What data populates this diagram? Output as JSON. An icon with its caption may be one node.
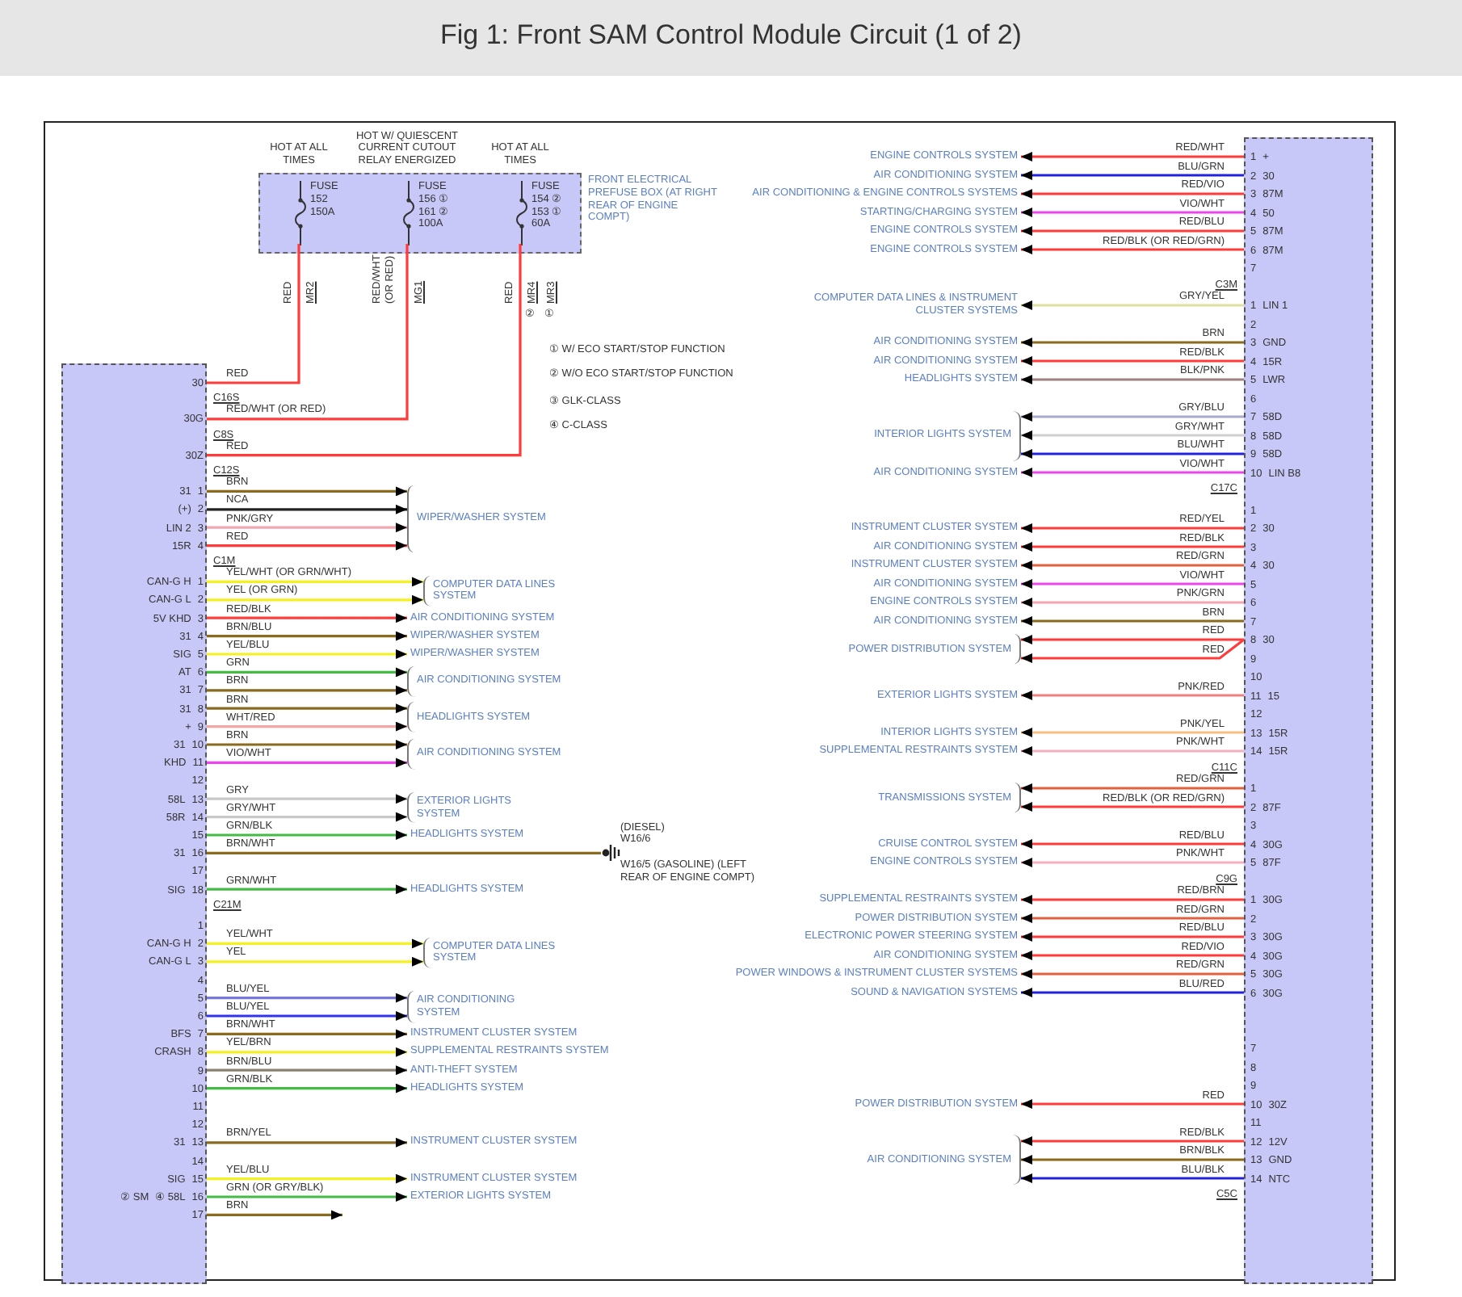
{
  "diagram": {
    "title": "Fig 1: Front SAM Control Module Circuit (1 of 2)",
    "nodes": [
      {
        "text": [
          "FRONT ELECTRICAL PREFUSE BOX (AT RIGHT REAR OF ENGINE COMPT)"
        ]
      },
      {
        "text": [
          "FUSE 152 150A"
        ],
        "in": 0,
        "beside": [
          "HOT AT ALL TIMES"
        ]
      },
      {
        "text": [
          "FUSE 156 ① 161 ② 100A"
        ],
        "in": 0,
        "beside": [
          "HOT W/ QUIESCENT CURRENT CUTOUT RELAY ENERGIZED"
        ]
      },
      {
        "text": [
          "FUSE 154 ② 153 ① 60A"
        ],
        "in": 0,
        "beside": [
          "HOT AT ALL TIMES"
        ]
      },
      {
        "text": [],
        "shape": "box"
      },
      {
        "text": [],
        "shape": "box"
      },
      {
        "text": [],
        "shape": "ground",
        "beside": [
          "(DIESEL) W16/6",
          "W16/5 (GASOLINE) (LEFT REAR OF ENGINE COMPT)"
        ]
      },
      {
        "text": [
          "30"
        ],
        "in": 4
      },
      {
        "text": [
          "30G"
        ],
        "in": 4
      },
      {
        "text": [
          "30Z"
        ],
        "in": 4
      },
      {
        "text": [
          "1"
        ],
        "in": 4,
        "beside": [
          "31"
        ]
      },
      {
        "text": [
          "2"
        ],
        "in": 4,
        "beside": [
          "(+)"
        ]
      },
      {
        "text": [
          "3"
        ],
        "in": 4,
        "beside": [
          "LIN 2"
        ]
      },
      {
        "text": [
          "4"
        ],
        "in": 4,
        "beside": [
          "15R"
        ]
      },
      {
        "text": [
          "1"
        ],
        "in": 4,
        "beside": [
          "CAN-G H"
        ]
      },
      {
        "text": [
          "2"
        ],
        "in": 4,
        "beside": [
          "CAN-G L"
        ]
      },
      {
        "text": [
          "3"
        ],
        "in": 4,
        "beside": [
          "5V KHD"
        ]
      },
      {
        "text": [
          "4"
        ],
        "in": 4,
        "beside": [
          "31"
        ]
      },
      {
        "text": [
          "5"
        ],
        "in": 4,
        "beside": [
          "SIG"
        ]
      },
      {
        "text": [
          "6"
        ],
        "in": 4,
        "beside": [
          "AT"
        ]
      },
      {
        "text": [
          "7"
        ],
        "in": 4,
        "beside": [
          "31"
        ]
      },
      {
        "text": [
          "8"
        ],
        "in": 4,
        "beside": [
          "31"
        ]
      },
      {
        "text": [
          "9"
        ],
        "in": 4,
        "beside": [
          "+"
        ]
      },
      {
        "text": [
          "10"
        ],
        "in": 4,
        "beside": [
          "31"
        ]
      },
      {
        "text": [
          "11"
        ],
        "in": 4,
        "beside": [
          "KHD"
        ]
      },
      {
        "text": [
          "12"
        ],
        "in": 4
      },
      {
        "text": [
          "13"
        ],
        "in": 4,
        "beside": [
          "58L"
        ]
      },
      {
        "text": [
          "14"
        ],
        "in": 4,
        "beside": [
          "58R"
        ]
      },
      {
        "text": [
          "15"
        ],
        "in": 4
      },
      {
        "text": [
          "16"
        ],
        "in": 4,
        "beside": [
          "31"
        ]
      },
      {
        "text": [
          "17"
        ],
        "in": 4
      },
      {
        "text": [
          "18"
        ],
        "in": 4,
        "beside": [
          "SIG"
        ]
      },
      {
        "text": [
          "1"
        ],
        "in": 4
      },
      {
        "text": [
          "2"
        ],
        "in": 4,
        "beside": [
          "CAN-G H"
        ]
      },
      {
        "text": [
          "3"
        ],
        "in": 4,
        "beside": [
          "CAN-G L"
        ]
      },
      {
        "text": [
          "4"
        ],
        "in": 4
      },
      {
        "text": [
          "5"
        ],
        "in": 4
      },
      {
        "text": [
          "6"
        ],
        "in": 4
      },
      {
        "text": [
          "7"
        ],
        "in": 4,
        "beside": [
          "BFS"
        ]
      },
      {
        "text": [
          "8"
        ],
        "in": 4,
        "beside": [
          "CRASH"
        ]
      },
      {
        "text": [
          "9"
        ],
        "in": 4
      },
      {
        "text": [
          "10"
        ],
        "in": 4
      },
      {
        "text": [
          "11"
        ],
        "in": 4
      },
      {
        "text": [
          "12"
        ],
        "in": 4
      },
      {
        "text": [
          "13"
        ],
        "in": 4,
        "beside": [
          "31"
        ]
      },
      {
        "text": [
          "14"
        ],
        "in": 4
      },
      {
        "text": [
          "15"
        ],
        "in": 4,
        "beside": [
          "SIG"
        ]
      },
      {
        "text": [
          "16"
        ],
        "in": 4,
        "beside": [
          "② SM",
          "④ 58L"
        ]
      },
      {
        "text": [
          "17"
        ],
        "in": 4
      },
      {
        "text": [
          "1"
        ],
        "in": 5,
        "beside": [
          "+"
        ]
      },
      {
        "text": [
          "2"
        ],
        "in": 5,
        "beside": [
          "30"
        ]
      },
      {
        "text": [
          "3"
        ],
        "in": 5,
        "beside": [
          "87M"
        ]
      },
      {
        "text": [
          "4"
        ],
        "in": 5,
        "beside": [
          "50"
        ]
      },
      {
        "text": [
          "5"
        ],
        "in": 5,
        "beside": [
          "87M"
        ]
      },
      {
        "text": [
          "6"
        ],
        "in": 5,
        "beside": [
          "87M"
        ]
      },
      {
        "text": [
          "7"
        ],
        "in": 5
      },
      {
        "text": [
          "1"
        ],
        "in": 5,
        "beside": [
          "LIN 1"
        ]
      },
      {
        "text": [
          "2"
        ],
        "in": 5
      },
      {
        "text": [
          "3"
        ],
        "in": 5,
        "beside": [
          "GND"
        ]
      },
      {
        "text": [
          "4"
        ],
        "in": 5,
        "beside": [
          "15R"
        ]
      },
      {
        "text": [
          "5"
        ],
        "in": 5,
        "beside": [
          "LWR"
        ]
      },
      {
        "text": [
          "6"
        ],
        "in": 5
      },
      {
        "text": [
          "7"
        ],
        "in": 5,
        "beside": [
          "58D"
        ]
      },
      {
        "text": [
          "8"
        ],
        "in": 5,
        "beside": [
          "58D"
        ]
      },
      {
        "text": [
          "9"
        ],
        "in": 5,
        "beside": [
          "58D"
        ]
      },
      {
        "text": [
          "10"
        ],
        "in": 5,
        "beside": [
          "LIN B8"
        ]
      },
      {
        "text": [
          "1"
        ],
        "in": 5
      },
      {
        "text": [
          "2"
        ],
        "in": 5,
        "beside": [
          "30"
        ]
      },
      {
        "text": [
          "3"
        ],
        "in": 5
      },
      {
        "text": [
          "4"
        ],
        "in": 5,
        "beside": [
          "30"
        ]
      },
      {
        "text": [
          "5"
        ],
        "in": 5
      },
      {
        "text": [
          "6"
        ],
        "in": 5
      },
      {
        "text": [
          "7"
        ],
        "in": 5
      },
      {
        "text": [
          "8"
        ],
        "in": 5,
        "beside": [
          "30"
        ]
      },
      {
        "text": [
          "9"
        ],
        "in": 5
      },
      {
        "text": [
          "10"
        ],
        "in": 5
      },
      {
        "text": [
          "11"
        ],
        "in": 5,
        "beside": [
          "15"
        ]
      },
      {
        "text": [
          "12"
        ],
        "in": 5
      },
      {
        "text": [
          "13"
        ],
        "in": 5,
        "beside": [
          "15R"
        ]
      },
      {
        "text": [
          "14"
        ],
        "in": 5,
        "beside": [
          "15R"
        ]
      },
      {
        "text": [
          "1"
        ],
        "in": 5
      },
      {
        "text": [
          "2"
        ],
        "in": 5,
        "beside": [
          "87F"
        ]
      },
      {
        "text": [
          "3"
        ],
        "in": 5
      },
      {
        "text": [
          "4"
        ],
        "in": 5,
        "beside": [
          "30G"
        ]
      },
      {
        "text": [
          "5"
        ],
        "in": 5,
        "beside": [
          "87F"
        ]
      },
      {
        "text": [
          "1"
        ],
        "in": 5,
        "beside": [
          "30G"
        ]
      },
      {
        "text": [
          "2"
        ],
        "in": 5
      },
      {
        "text": [
          "3"
        ],
        "in": 5,
        "beside": [
          "30G"
        ]
      },
      {
        "text": [
          "4"
        ],
        "in": 5,
        "beside": [
          "30G"
        ]
      },
      {
        "text": [
          "5"
        ],
        "in": 5,
        "beside": [
          "30G"
        ]
      },
      {
        "text": [
          "6"
        ],
        "in": 5,
        "beside": [
          "30G"
        ]
      },
      {
        "text": [
          "7"
        ],
        "in": 5
      },
      {
        "text": [
          "8"
        ],
        "in": 5
      },
      {
        "text": [
          "9"
        ],
        "in": 5
      },
      {
        "text": [
          "10"
        ],
        "in": 5,
        "beside": [
          "30Z"
        ]
      },
      {
        "text": [
          "11"
        ],
        "in": 5
      },
      {
        "text": [
          "12"
        ],
        "in": 5,
        "beside": [
          "12V"
        ]
      },
      {
        "text": [
          "13"
        ],
        "in": 5,
        "beside": [
          "GND"
        ]
      },
      {
        "text": [
          "14"
        ],
        "in": 5,
        "beside": [
          "NTC"
        ]
      },
      {
        "text": [
          "WIPER/WASHER SYSTEM"
        ]
      },
      {
        "text": [
          "COMPUTER DATA LINES SYSTEM"
        ]
      },
      {
        "text": [
          "AIR CONDITIONING SYSTEM"
        ]
      },
      {
        "text": [
          "WIPER/WASHER SYSTEM"
        ]
      },
      {
        "text": [
          "WIPER/WASHER SYSTEM"
        ]
      },
      {
        "text": [
          "AIR CONDITIONING SYSTEM"
        ]
      },
      {
        "text": [
          "HEADLIGHTS SYSTEM"
        ]
      },
      {
        "text": [
          "AIR CONDITIONING SYSTEM"
        ]
      },
      {
        "text": [
          "EXTERIOR LIGHTS SYSTEM"
        ]
      },
      {
        "text": [
          "HEADLIGHTS SYSTEM"
        ]
      },
      {
        "text": [
          "HEADLIGHTS SYSTEM"
        ]
      },
      {
        "text": [
          "COMPUTER DATA LINES SYSTEM"
        ]
      },
      {
        "text": [
          "AIR CONDITIONING SYSTEM"
        ]
      },
      {
        "text": [
          "INSTRUMENT CLUSTER SYSTEM"
        ]
      },
      {
        "text": [
          "SUPPLEMENTAL RESTRAINTS SYSTEM"
        ]
      },
      {
        "text": [
          "ANTI-THEFT SYSTEM"
        ]
      },
      {
        "text": [
          "HEADLIGHTS SYSTEM"
        ]
      },
      {
        "text": [
          "INSTRUMENT CLUSTER SYSTEM"
        ]
      },
      {
        "text": [
          "INSTRUMENT CLUSTER SYSTEM"
        ]
      },
      {
        "text": [
          "EXTERIOR LIGHTS SYSTEM"
        ]
      },
      {
        "text": [
          "ENGINE CONTROLS SYSTEM"
        ]
      },
      {
        "text": [
          "AIR CONDITIONING SYSTEM"
        ]
      },
      {
        "text": [
          "AIR CONDITIONING & ENGINE CONTROLS SYSTEMS"
        ]
      },
      {
        "text": [
          "STARTING/CHARGING SYSTEM"
        ]
      },
      {
        "text": [
          "ENGINE CONTROLS SYSTEM"
        ]
      },
      {
        "text": [
          "ENGINE CONTROLS SYSTEM"
        ]
      },
      {
        "text": [
          "COMPUTER DATA LINES & INSTRUMENT CLUSTER SYSTEMS"
        ]
      },
      {
        "text": [
          "AIR CONDITIONING SYSTEM"
        ]
      },
      {
        "text": [
          "AIR CONDITIONING SYSTEM"
        ]
      },
      {
        "text": [
          "HEADLIGHTS SYSTEM"
        ]
      },
      {
        "text": [
          "INTERIOR LIGHTS SYSTEM"
        ]
      },
      {
        "text": [
          "AIR CONDITIONING SYSTEM"
        ]
      },
      {
        "text": [
          "INSTRUMENT CLUSTER SYSTEM"
        ]
      },
      {
        "text": [
          "AIR CONDITIONING SYSTEM"
        ]
      },
      {
        "text": [
          "INSTRUMENT CLUSTER SYSTEM"
        ]
      },
      {
        "text": [
          "AIR CONDITIONING SYSTEM"
        ]
      },
      {
        "text": [
          "ENGINE CONTROLS SYSTEM"
        ]
      },
      {
        "text": [
          "AIR CONDITIONING SYSTEM"
        ]
      },
      {
        "text": [
          "POWER DISTRIBUTION SYSTEM"
        ]
      },
      {
        "text": [
          "EXTERIOR LIGHTS SYSTEM"
        ]
      },
      {
        "text": [
          "INTERIOR LIGHTS SYSTEM"
        ]
      },
      {
        "text": [
          "SUPPLEMENTAL RESTRAINTS SYSTEM"
        ]
      },
      {
        "text": [
          "TRANSMISSIONS SYSTEM"
        ]
      },
      {
        "text": [
          "CRUISE CONTROL SYSTEM"
        ]
      },
      {
        "text": [
          "ENGINE CONTROLS SYSTEM"
        ]
      },
      {
        "text": [
          "SUPPLEMENTAL RESTRAINTS SYSTEM"
        ]
      },
      {
        "text": [
          "POWER DISTRIBUTION SYSTEM"
        ]
      },
      {
        "text": [
          "ELECTRONIC POWER STEERING SYSTEM"
        ]
      },
      {
        "text": [
          "AIR CONDITIONING SYSTEM"
        ]
      },
      {
        "text": [
          "POWER WINDOWS & INSTRUMENT CLUSTER SYSTEMS"
        ]
      },
      {
        "text": [
          "SOUND & NAVIGATION SYSTEMS"
        ]
      },
      {
        "text": [
          "POWER DISTRIBUTION SYSTEM"
        ]
      },
      {
        "text": [
          "AIR CONDITIONING SYSTEM"
        ]
      }
    ],
    "edges": [
      {
        "from": 7,
        "to": 1,
        "arrow": "none",
        "label": "RED"
      },
      {
        "from": 8,
        "to": 2,
        "arrow": "none",
        "label": "RED/WHT (OR RED)"
      },
      {
        "from": 9,
        "to": 3,
        "arrow": "none",
        "label": "RED"
      },
      {
        "from": 10,
        "to": 99,
        "arrow": "to",
        "label": "BRN",
        "color": "#8a6a1e"
      },
      {
        "from": 11,
        "to": 99,
        "arrow": "to",
        "label": "NCA",
        "color": "#222222"
      },
      {
        "from": 12,
        "to": 99,
        "arrow": "to",
        "label": "PNK/GRY",
        "color": "#f4a6b0"
      },
      {
        "from": 13,
        "to": 99,
        "arrow": "to",
        "label": "RED"
      },
      {
        "from": 14,
        "to": 100,
        "arrow": "to",
        "label": "YEL/WHT (OR GRN/WHT)",
        "color": "#f5f020"
      },
      {
        "from": 15,
        "to": 100,
        "arrow": "to",
        "label": "YEL (OR GRN)",
        "color": "#f5f020"
      },
      {
        "from": 16,
        "to": 101,
        "arrow": "to",
        "label": "RED/BLK"
      },
      {
        "from": 17,
        "to": 102,
        "arrow": "to",
        "label": "BRN/BLU",
        "color": "#8a6a1e"
      },
      {
        "from": 18,
        "to": 103,
        "arrow": "to",
        "label": "YEL/BLU",
        "color": "#f5f020"
      },
      {
        "from": 19,
        "to": 104,
        "arrow": "to",
        "label": "GRN",
        "color": "#44bb44"
      },
      {
        "from": 20,
        "to": 104,
        "arrow": "to",
        "label": "BRN",
        "color": "#8a6a1e"
      },
      {
        "from": 21,
        "to": 105,
        "arrow": "to",
        "label": "BRN",
        "color": "#8a6a1e"
      },
      {
        "from": 22,
        "to": 105,
        "arrow": "to",
        "label": "WHT/RED",
        "color": "#f4a6a6"
      },
      {
        "from": 23,
        "to": 106,
        "arrow": "to",
        "label": "BRN",
        "color": "#8a6a1e"
      },
      {
        "from": 24,
        "to": 106,
        "arrow": "to",
        "label": "VIO/WHT",
        "color": "#ee44ee"
      },
      {
        "from": 26,
        "to": 107,
        "arrow": "to",
        "label": "GRY",
        "color": "#c8c8c8"
      },
      {
        "from": 27,
        "to": 107,
        "arrow": "to",
        "label": "GRY/WHT",
        "color": "#c8c8c8"
      },
      {
        "from": 28,
        "to": 108,
        "arrow": "to",
        "label": "GRN/BLK",
        "color": "#44bb44"
      },
      {
        "from": 29,
        "to": 6,
        "arrow": "none",
        "label": "BRN/WHT",
        "color": "#8a6a1e"
      },
      {
        "from": 31,
        "to": 109,
        "arrow": "to",
        "label": "GRN/WHT",
        "color": "#44bb44"
      },
      {
        "from": 33,
        "to": 110,
        "arrow": "to",
        "label": "YEL/WHT",
        "color": "#f5f020"
      },
      {
        "from": 34,
        "to": 110,
        "arrow": "to",
        "label": "YEL",
        "color": "#f5f020"
      },
      {
        "from": 36,
        "to": 111,
        "arrow": "to",
        "label": "BLU/YEL",
        "color": "#7777dd"
      },
      {
        "from": 37,
        "to": 111,
        "arrow": "to",
        "label": "BLU/YEL",
        "color": "#3333ee"
      },
      {
        "from": 38,
        "to": 112,
        "arrow": "to",
        "label": "BRN/WHT",
        "color": "#8a6a1e"
      },
      {
        "from": 39,
        "to": 113,
        "arrow": "to",
        "label": "YEL/BRN",
        "color": "#f5f020"
      },
      {
        "from": 40,
        "to": 114,
        "arrow": "to",
        "label": "BRN/BLU",
        "color": "#8a8070"
      },
      {
        "from": 41,
        "to": 115,
        "arrow": "to",
        "label": "GRN/BLK",
        "color": "#44bb44"
      },
      {
        "from": 44,
        "to": 116,
        "arrow": "to",
        "label": "BRN/YEL",
        "color": "#8a6a1e"
      },
      {
        "from": 46,
        "to": 117,
        "arrow": "to",
        "label": "YEL/BLU",
        "color": "#f5f020"
      },
      {
        "from": 47,
        "to": 118,
        "arrow": "to",
        "label": "GRN (OR GRY/BLK)",
        "color": "#44bb44"
      },
      {
        "from": 48,
        "to": null,
        "arrow": "to",
        "label": "BRN",
        "color": "#8a6a1e"
      },
      {
        "from": 49,
        "to": 119,
        "arrow": "to",
        "label": "RED/WHT"
      },
      {
        "from": 50,
        "to": 120,
        "arrow": "to",
        "label": "BLU/GRN",
        "color": "#2222dd"
      },
      {
        "from": 51,
        "to": 121,
        "arrow": "to",
        "label": "RED/VIO"
      },
      {
        "from": 52,
        "to": 122,
        "arrow": "to",
        "label": "VIO/WHT",
        "color": "#ee44ee"
      },
      {
        "from": 53,
        "to": 123,
        "arrow": "to",
        "label": "RED/BLU"
      },
      {
        "from": 54,
        "to": 124,
        "arrow": "to",
        "label": "RED/BLK (OR RED/GRN)"
      },
      {
        "from": 56,
        "to": 125,
        "arrow": "to",
        "label": "GRY/YEL",
        "color": "#e0e0a0"
      },
      {
        "from": 58,
        "to": 126,
        "arrow": "to",
        "label": "BRN",
        "color": "#8a6a1e"
      },
      {
        "from": 59,
        "to": 127,
        "arrow": "to",
        "label": "RED/BLK"
      },
      {
        "from": 60,
        "to": 128,
        "arrow": "to",
        "label": "BLK/PNK",
        "color": "#a08080"
      },
      {
        "from": 62,
        "to": 129,
        "arrow": "to",
        "label": "GRY/BLU",
        "color": "#aaaacc"
      },
      {
        "from": 63,
        "to": 129,
        "arrow": "to",
        "label": "GRY/WHT",
        "color": "#d0d0d0"
      },
      {
        "from": 64,
        "to": 129,
        "arrow": "to",
        "label": "BLU/WHT",
        "color": "#2222dd"
      },
      {
        "from": 65,
        "to": 130,
        "arrow": "to",
        "label": "VIO/WHT",
        "color": "#ee44ee"
      },
      {
        "from": 67,
        "to": 131,
        "arrow": "to",
        "label": "RED/YEL"
      },
      {
        "from": 68,
        "to": 132,
        "arrow": "to",
        "label": "RED/BLK"
      },
      {
        "from": 69,
        "to": 133,
        "arrow": "to",
        "label": "RED/GRN",
        "color": "#e06040"
      },
      {
        "from": 70,
        "to": 134,
        "arrow": "to",
        "label": "VIO/WHT",
        "color": "#ee44ee"
      },
      {
        "from": 71,
        "to": 135,
        "arrow": "to",
        "label": "PNK/GRN",
        "color": "#f4a6b0"
      },
      {
        "from": 72,
        "to": 136,
        "arrow": "to",
        "label": "BRN",
        "color": "#8a6a1e"
      },
      {
        "from": 73,
        "to": 137,
        "arrow": "to",
        "label": "RED"
      },
      {
        "from": 73,
        "to": 137,
        "arrow": "to",
        "label": "RED"
      },
      {
        "from": 76,
        "to": 138,
        "arrow": "to",
        "label": "PNK/RED",
        "color": "#f08080"
      },
      {
        "from": 78,
        "to": 139,
        "arrow": "to",
        "label": "PNK/YEL",
        "color": "#f8c080"
      },
      {
        "from": 79,
        "to": 140,
        "arrow": "to",
        "label": "PNK/WHT",
        "color": "#f4b0c0"
      },
      {
        "from": 80,
        "to": 141,
        "arrow": "to",
        "label": "RED/GRN",
        "color": "#e06040"
      },
      {
        "from": 81,
        "to": 141,
        "arrow": "to",
        "label": "RED/BLK (OR RED/GRN)"
      },
      {
        "from": 83,
        "to": 142,
        "arrow": "to",
        "label": "RED/BLU"
      },
      {
        "from": 84,
        "to": 143,
        "arrow": "to",
        "label": "PNK/WHT",
        "color": "#f4b0c0"
      },
      {
        "from": 85,
        "to": 144,
        "arrow": "to",
        "label": "RED/BRN"
      },
      {
        "from": 86,
        "to": 145,
        "arrow": "to",
        "label": "RED/GRN",
        "color": "#e06040"
      },
      {
        "from": 87,
        "to": 146,
        "arrow": "to",
        "label": "RED/BLU"
      },
      {
        "from": 88,
        "to": 147,
        "arrow": "to",
        "label": "RED/VIO"
      },
      {
        "from": 89,
        "to": 148,
        "arrow": "to",
        "label": "RED/GRN",
        "color": "#e06040"
      },
      {
        "from": 90,
        "to": 149,
        "arrow": "to",
        "label": "BLU/RED",
        "color": "#2222dd"
      },
      {
        "from": 94,
        "to": 150,
        "arrow": "to",
        "label": "RED"
      },
      {
        "from": 96,
        "to": 151,
        "arrow": "to",
        "label": "RED/BLK"
      },
      {
        "from": 97,
        "to": 151,
        "arrow": "to",
        "label": "BRN/BLK",
        "color": "#8a6a1e"
      },
      {
        "from": 98,
        "to": 151,
        "arrow": "to",
        "label": "BLU/BLK",
        "color": "#2222dd"
      }
    ],
    "labels": [
      "RED",
      "MR2",
      "RED/WHT (OR RED)",
      "MG1",
      "RED",
      "MR4",
      "MR3",
      "②",
      "①",
      "① W/ ECO START/STOP FUNCTION",
      "② W/O ECO START/STOP FUNCTION",
      "③ GLK-CLASS",
      "④ C-CLASS",
      "C16S",
      "C8S",
      "C12S",
      "C1M",
      "C21M",
      "C3M",
      "C17C",
      "C11C",
      "C9G",
      "C5C"
    ]
  }
}
